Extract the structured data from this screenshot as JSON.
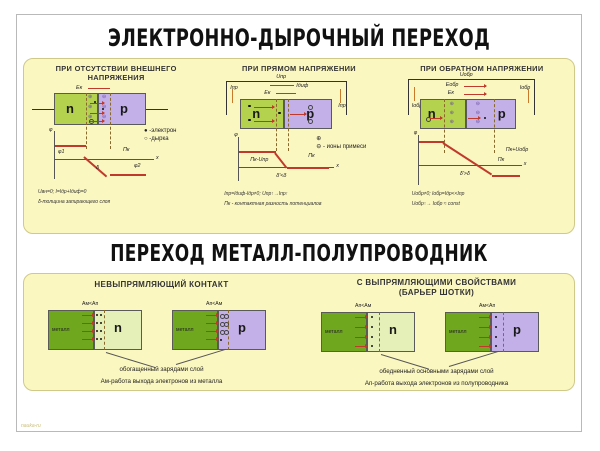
{
  "poster": {
    "title_1": "ЭЛЕКТРОННО-ДЫРОЧНЫЙ ПЕРЕХОД",
    "title_2": "ПЕРЕХОД МЕТАЛЛ-ПОЛУПРОВОДНИК",
    "watermark": "nauka-ru",
    "colors": {
      "card_bg": "#fbf7c0",
      "card_border": "#cfc98a",
      "n_region": "#b5d24f",
      "p_region": "#c3b0e8",
      "metal": "#6fa81e",
      "curve": "#c0392b",
      "page_bg": "#ffffff"
    }
  },
  "panel_no_voltage": {
    "header_line1": "ПРИ ОТСУТСТВИИ ВНЕШНЕГО",
    "header_line2": "НАПРЯЖЕНИЯ",
    "field_label": "Eк",
    "n_label": "n",
    "p_label": "p",
    "legend": [
      {
        "symbol": "●",
        "text": "-электрон"
      },
      {
        "symbol": "○",
        "text": "-дырка"
      }
    ],
    "graph": {
      "y_axis": "φ",
      "x_axis": "x",
      "label_phi1": "φ1",
      "label_pk": "Пк",
      "label_phi2": "φ2",
      "label_delta": "δ"
    },
    "formula_1": "Uвн=0; I=Iдр+Iдиф=0",
    "formula_2": "δ-толщина запирающего слоя"
  },
  "panel_forward": {
    "header": "ПРИ ПРЯМОМ НАПРЯЖЕНИИ",
    "source_label": "Uпр",
    "current_left": "Iпр",
    "current_diff": "Iдиф",
    "field_label": "Eк",
    "current_right": "Iпр",
    "n_label": "n",
    "p_label": "p",
    "legend": [
      {
        "symbol": "⊕",
        "text": ""
      },
      {
        "symbol": "⊖",
        "text": "- ионы примеси"
      }
    ],
    "graph": {
      "y_axis": "φ",
      "x_axis": "x",
      "label_pk": "Пк",
      "label_pk_u": "Пк-Uпр",
      "label_delta": "δ'<δ"
    },
    "formula_1": "Iпр=Iдиф-Iдр≠0; Uпр↑→Iпр↑",
    "formula_2": "Пк - контактная разность потенциалов"
  },
  "panel_reverse": {
    "header": "ПРИ ОБРАТНОМ НАПРЯЖЕНИИ",
    "source_label": "Uобр",
    "field_external": "Eобр",
    "field_label": "Eк",
    "current_left": "Iобр",
    "current_right": "Iобр",
    "n_label": "n",
    "p_label": "p",
    "graph": {
      "y_axis": "φ",
      "x_axis": "x",
      "label_pk": "Пк",
      "label_pk_u": "Пк+Uобр",
      "label_delta": "δ'>δ"
    },
    "formula_1": "Uобр≠0; Iобр=Iдр<<Iпр",
    "formula_2": "Uобр↑→ Iобр ≈ const"
  },
  "contact_ohmic": {
    "header": "НЕВЫПРЯМЛЯЮЩИЙ КОНТАКТ",
    "blocks": [
      {
        "condition": "Ам<Ап",
        "metal_label": "металл",
        "semi_label": "n"
      },
      {
        "condition": "Ап<Ам",
        "metal_label": "металл",
        "semi_label": "p"
      }
    ],
    "caption_1": "обогащенный зарядами слой",
    "caption_2": "Ам-работа выхода электронов из металла"
  },
  "contact_schottky": {
    "header_line1": "С ВЫПРЯМЛЯЮЩИМИ СВОЙСТВАМИ",
    "header_line2": "(БАРЬЕР ШОТКИ)",
    "blocks": [
      {
        "condition": "Ап<Ам",
        "metal_label": "металл",
        "semi_label": "n"
      },
      {
        "condition": "Ам<Ап",
        "metal_label": "металл",
        "semi_label": "p"
      }
    ],
    "caption_1": "обедненный основными зарядами слой",
    "caption_2": "Ап-работа выхода электронов из полупроводника"
  }
}
